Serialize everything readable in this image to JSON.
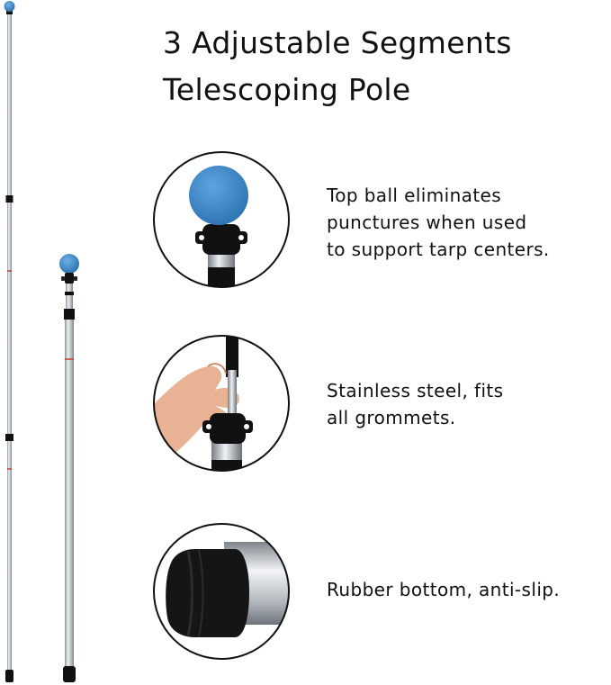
{
  "headline": {
    "line1": "3 Adjustable Segments",
    "line2": "Telescoping Pole"
  },
  "features": [
    {
      "lines": [
        "Top ball eliminates",
        "punctures when used",
        "to support tarp centers."
      ],
      "icon": "ball-top-icon"
    },
    {
      "lines": [
        "Stainless steel, fits",
        "all grommets."
      ],
      "icon": "hand-grommet-icon"
    },
    {
      "lines": [
        "Rubber bottom, anti-slip."
      ],
      "icon": "rubber-foot-icon"
    }
  ],
  "colors": {
    "ball": "#3f8fd0",
    "ball_dark": "#2a6fae",
    "pole": "#c9cdd2",
    "black": "#111111",
    "skin": "#e8b294"
  }
}
